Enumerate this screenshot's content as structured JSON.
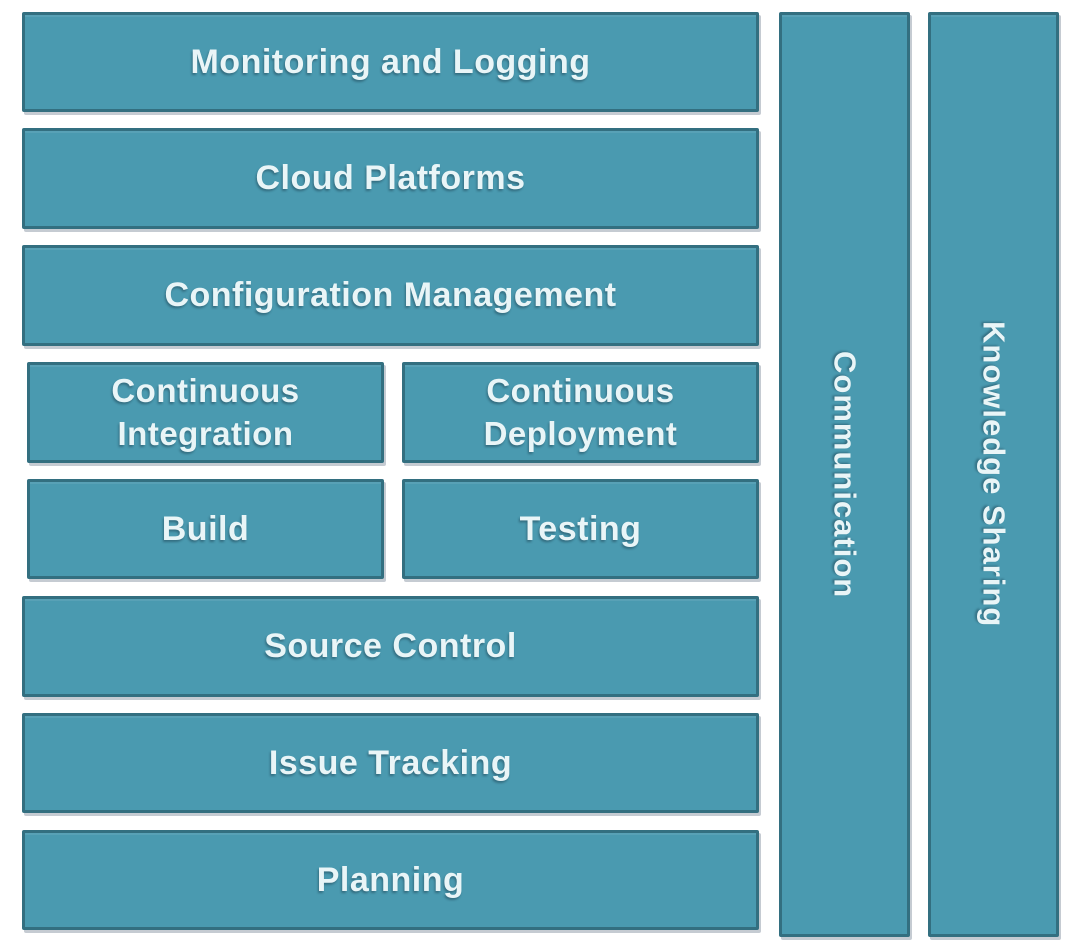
{
  "diagram": {
    "type": "devops-toolchain-stack",
    "boxes": {
      "monitoring": "Monitoring and Logging",
      "cloud": "Cloud Platforms",
      "config": "Configuration Management",
      "ci": "Continuous Integration",
      "cd": "Continuous Deployment",
      "build": "Build",
      "testing": "Testing",
      "source": "Source Control",
      "issue": "Issue Tracking",
      "planning": "Planning"
    },
    "side_bars": {
      "communication": "Communication",
      "knowledge": "Knowledge Sharing"
    },
    "colors": {
      "box_fill": "#4A9AB0",
      "box_border": "#336F80",
      "text": "#E9F5F7",
      "background": "#FFFFFF"
    }
  }
}
